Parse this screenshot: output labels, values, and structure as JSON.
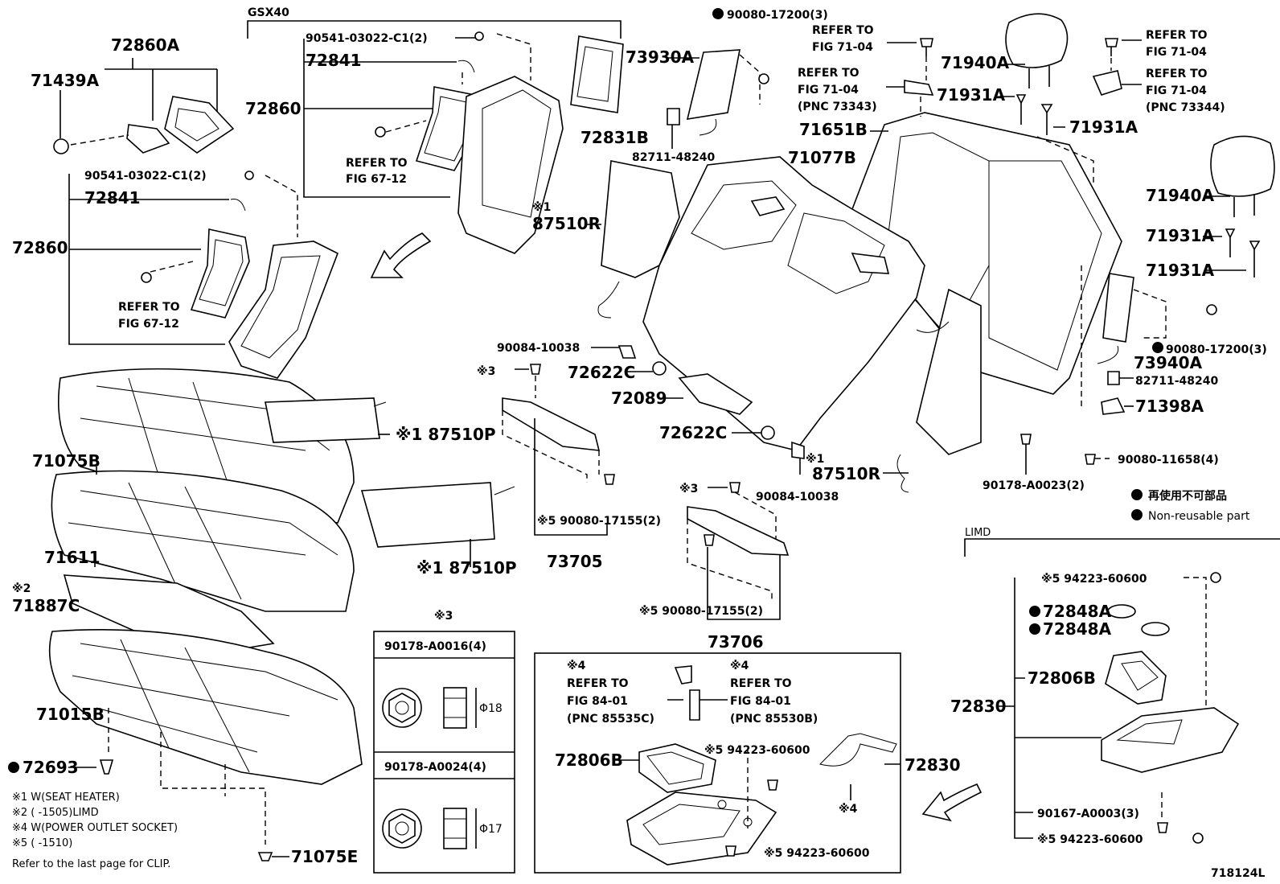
{
  "labels": {
    "l72860A": "72860A",
    "l71439A": "71439A",
    "lGSX40": "GSX40",
    "l90541a": "90541-03022-C1(2)",
    "l72841a": "72841",
    "l72860a": "72860",
    "lRefer67a1": "REFER TO",
    "lRefer67a2": "FIG 67-12",
    "l72831B": "72831B",
    "l73930A": "73930A",
    "l82711a": "82711-48240",
    "lNote1a": "※1",
    "l87510Ra": "87510R",
    "l90541b": "90541-03022-C1(2)",
    "l72841b": "72841",
    "l72860b": "72860",
    "lRefer67b1": "REFER TO",
    "lRefer67b2": "FIG 67-12",
    "l90080a": "90080-17200(3)",
    "lRef71a1": "REFER TO",
    "lRef71a2": "FIG 71-04",
    "lRef71b1": "REFER TO",
    "lRef71b2": "FIG 71-04",
    "lRef71b3": "(PNC 73343)",
    "l71940Aa": "71940A",
    "l71931Aa": "71931A",
    "l71931Ab": "71931A",
    "lRef71c1": "REFER TO",
    "lRef71c2": "FIG 71-04",
    "lRef71d1": "REFER TO",
    "lRef71d2": "FIG 71-04",
    "lRef71d3": "(PNC 73344)",
    "l71651B": "71651B",
    "l71077B": "71077B",
    "l71940Ab": "71940A",
    "l71931Ac": "71931A",
    "l71931Ad": "71931A",
    "l90080b": "90080-17200(3)",
    "l73940A": "73940A",
    "l82711b": "82711-48240",
    "l71398A": "71398A",
    "l90084a": "90084-10038",
    "l72622Ca": "72622C",
    "l72089": "72089",
    "l72622Cb": "72622C",
    "lNote3a": "※3",
    "l87510Pa": "※1 87510P",
    "l71075B": "71075B",
    "l71611": "71611",
    "l87510Pb": "※1 87510P",
    "l90080c": "※5 90080-17155(2)",
    "l73705": "73705",
    "lNote1b": "※1",
    "l87510Rb": "87510R",
    "l90084b": "90084-10038",
    "lNote3b": "※3",
    "l90178a": "90178-A0023(2)",
    "l90080d": "90080-11658(4)",
    "lNonReuseJP": "再使用不可部品",
    "lNonReuseEN": "Non-reusable part",
    "lLIMD": "LIMD",
    "lNote2": "※2",
    "l71887C": "71887C",
    "l90080e": "※5 90080-17155(2)",
    "l73706": "73706",
    "lNote3c": "※3",
    "lBox1Title": "90178-A0016(4)",
    "lBox1Dim": "Φ18",
    "lBox2Title": "90178-A0024(4)",
    "lBox2Dim": "Φ17",
    "lRef84a0": "※4",
    "lRef84a1": "REFER TO",
    "lRef84a2": "FIG 84-01",
    "lRef84a3": "(PNC 85535C)",
    "lRef84b0": "※4",
    "lRef84b1": "REFER TO",
    "lRef84b2": "FIG 84-01",
    "lRef84b3": "(PNC 85530B)",
    "l94223a": "※5 94223-60600",
    "l72806Ba": "72806B",
    "l72830a": "72830",
    "lNote4": "※4",
    "l94223b": "※5 94223-60600",
    "l94223c": "※5 94223-60600",
    "l72848Aa": "72848A",
    "l72848Ab": "72848A",
    "l72806Bb": "72806B",
    "l72830b": "72830",
    "l90167": "90167-A0003(3)",
    "l94223d": "※5 94223-60600",
    "l71015B": "71015B",
    "l72693": "72693",
    "l71075E": "71075E",
    "footnote1": "※1 W(SEAT HEATER)",
    "footnote2": "※2 (      -1505)LIMD",
    "footnote4": "※4 W(POWER OUTLET SOCKET)",
    "footnote5": "※5 (      -1510)",
    "footnoteClip": "Refer to the last page for CLIP.",
    "figCode": "718124L"
  }
}
